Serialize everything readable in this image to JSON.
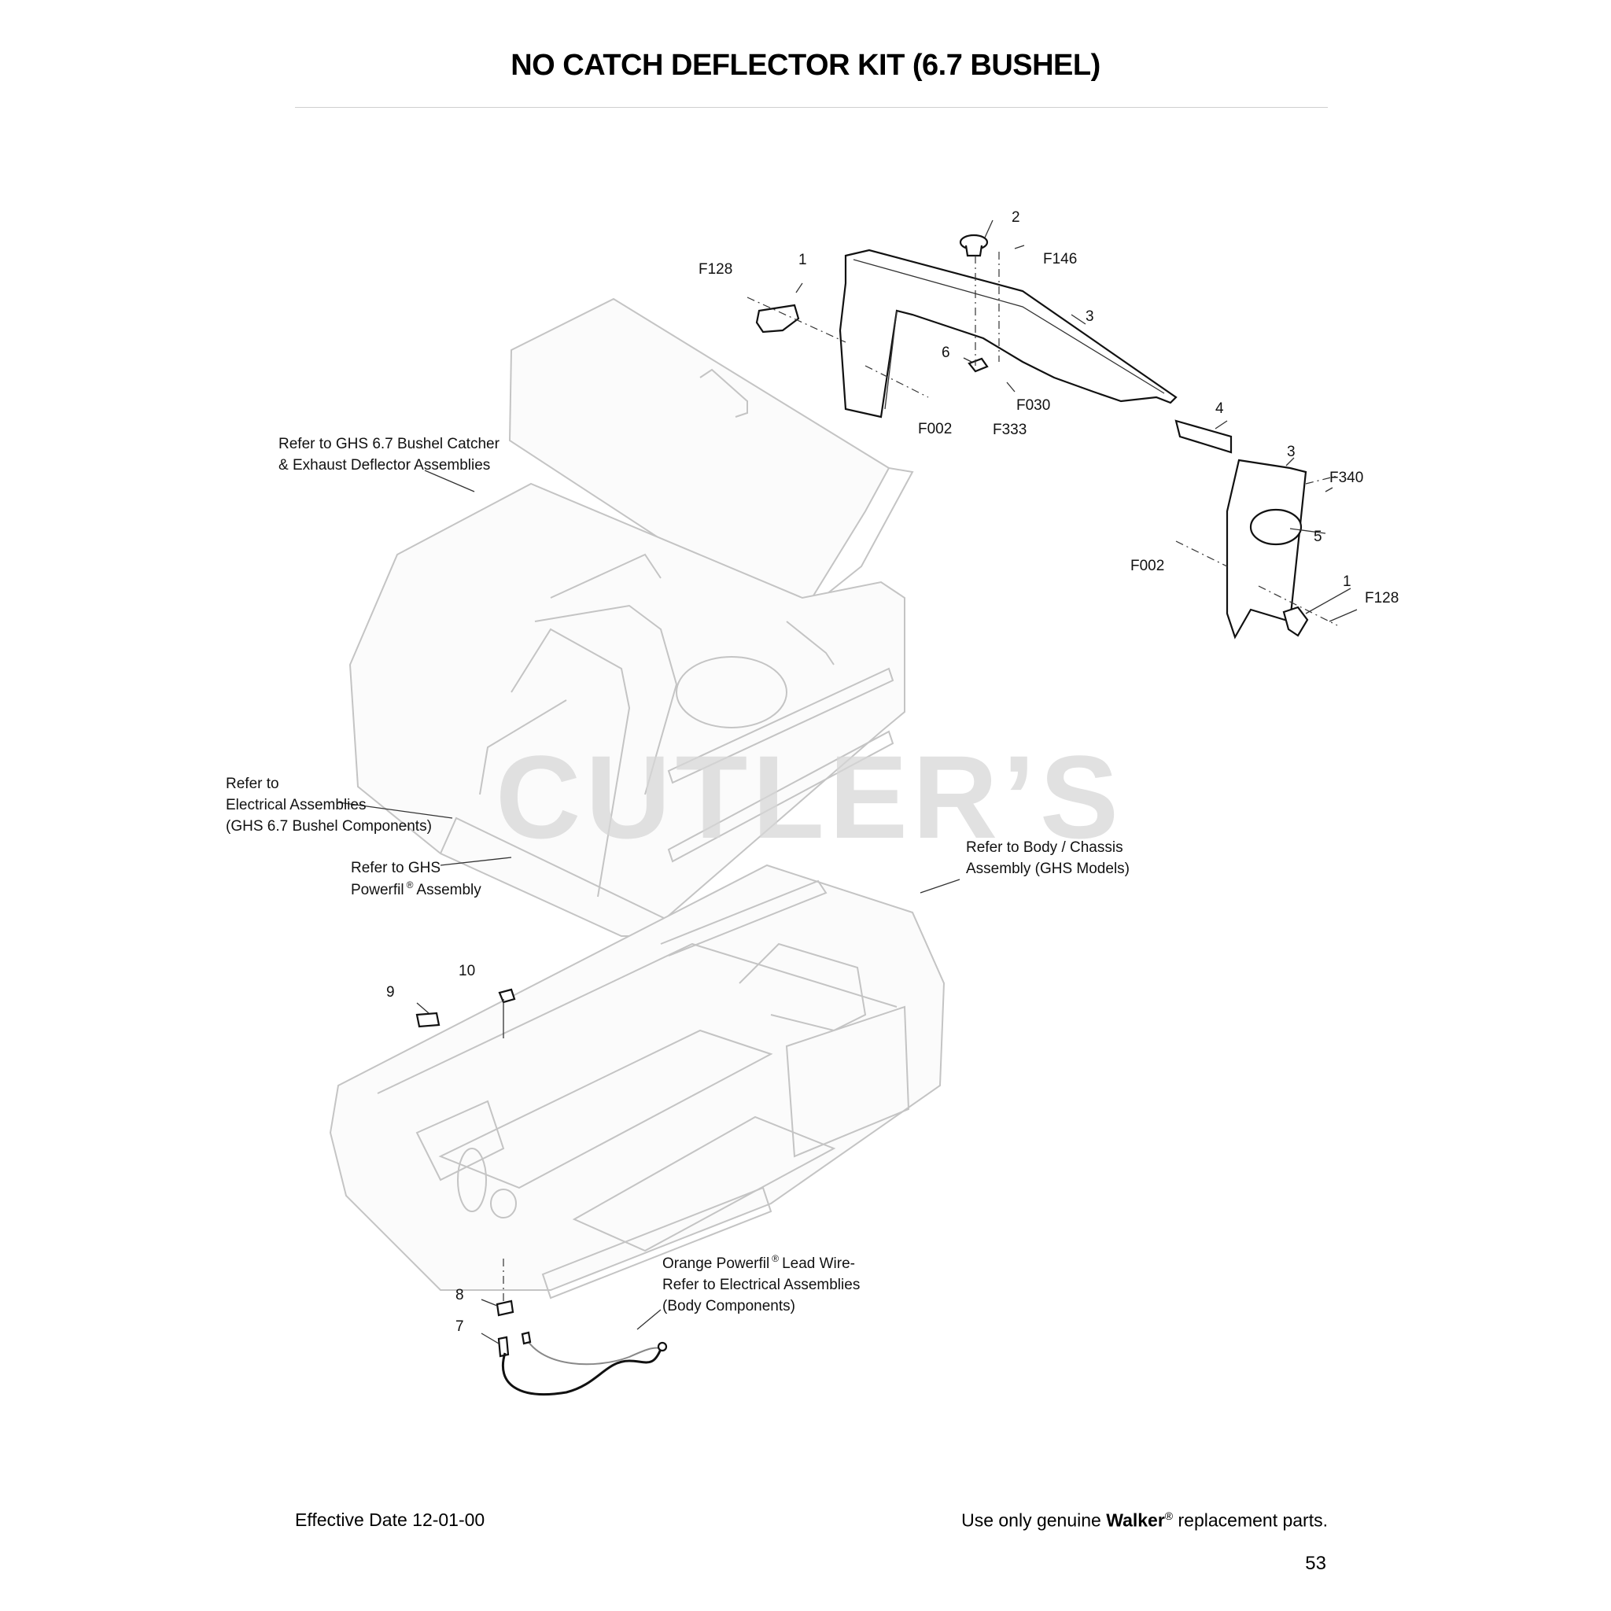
{
  "page": {
    "title": "NO CATCH DEFLECTOR KIT (6.7 BUSHEL)",
    "effective_date": "Effective Date 12-01-00",
    "footer_prefix": "Use only genuine ",
    "footer_brand": "Walker",
    "footer_brand_mark": "®",
    "footer_suffix": " replacement parts.",
    "page_number": "53",
    "watermark": "CUTLER’S"
  },
  "references": {
    "catcher_line1": "Refer to GHS 6.7 Bushel Catcher",
    "catcher_line2": "& Exhaust Deflector Assemblies",
    "electrical_line1": "Refer to",
    "electrical_line2": "Electrical Assemblies",
    "electrical_line3": "(GHS 6.7 Bushel Components)",
    "powerfil_line1": "Refer to GHS",
    "powerfil_line2a": "Powerfil",
    "powerfil_line2b": "Assembly",
    "body_line1": "Refer to Body / Chassis",
    "body_line2": "Assembly (GHS Models)",
    "lead_line1a": "Orange Powerfil",
    "lead_line1b": "Lead Wire-",
    "lead_line2": "Refer to Electrical Assemblies",
    "lead_line3": "(Body Components)",
    "registered_mark": "®"
  },
  "callouts": {
    "f128_top": "F128",
    "one_top": "1",
    "two": "2",
    "f146": "F146",
    "three_top": "3",
    "six": "6",
    "f030": "F030",
    "f002_top": "F002",
    "f333": "F333",
    "four": "4",
    "three_mid": "3",
    "f340": "F340",
    "five": "5",
    "f002_mid": "F002",
    "one_bottom": "1",
    "f128_bottom": "F128",
    "ten": "10",
    "nine": "9",
    "eight": "8",
    "seven": "7"
  }
}
